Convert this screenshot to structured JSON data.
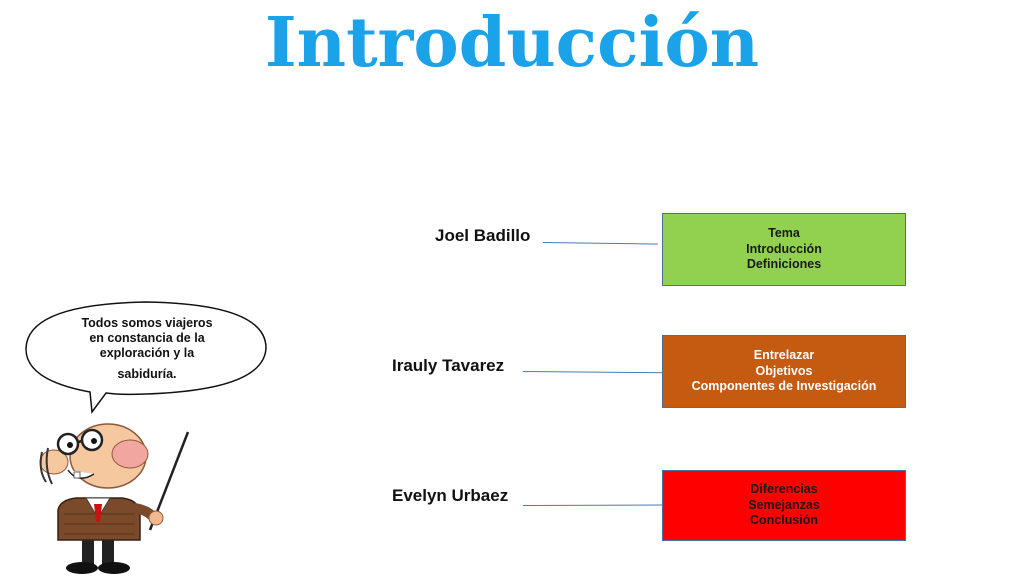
{
  "slide": {
    "title": "Introducción"
  },
  "speech_bubble": {
    "line1": "Todos somos viajeros",
    "line2": "en constancia de la",
    "line3": "exploración y la",
    "line4": "sabiduría."
  },
  "rows": [
    {
      "name": "Joel Badillo",
      "box_color": "#92d050",
      "text_color": "#1a1a1a",
      "topics": [
        "Tema",
        "Introducción",
        "Definiciones"
      ]
    },
    {
      "name": "Irauly Tavarez",
      "box_color": "#c55a11",
      "text_color": "#ffffff",
      "topics": [
        "Entrelazar",
        "Objetivos",
        "Componentes de Investigación"
      ]
    },
    {
      "name": "Evelyn Urbaez",
      "box_color": "#ff0000",
      "text_color": "#1a1a1a",
      "topics": [
        "Diferencias",
        "Semejanzas",
        "Conclusión"
      ]
    }
  ]
}
